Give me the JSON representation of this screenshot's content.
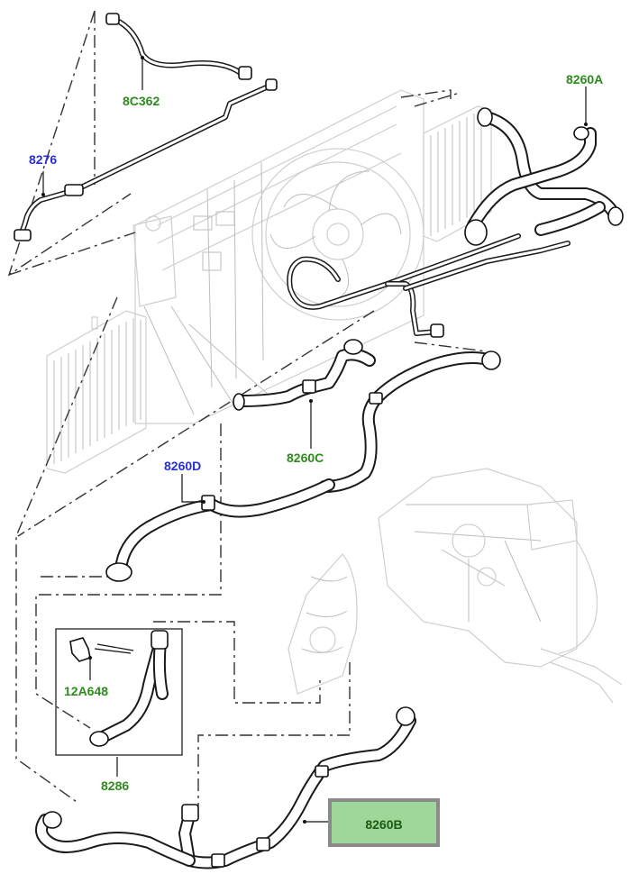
{
  "callouts": {
    "c8c362": "8C362",
    "c8276": "8276",
    "c8260a": "8260A",
    "c8260d": "8260D",
    "c8260c": "8260C",
    "c12a648": "12A648",
    "c8286": "8286",
    "c8260b": "8260B"
  },
  "colors": {
    "label_green": "#2e8b1e",
    "label_blue": "#2a2fd6",
    "highlight_fill": "#9fd79a",
    "highlight_border": "#8a8a8a"
  }
}
